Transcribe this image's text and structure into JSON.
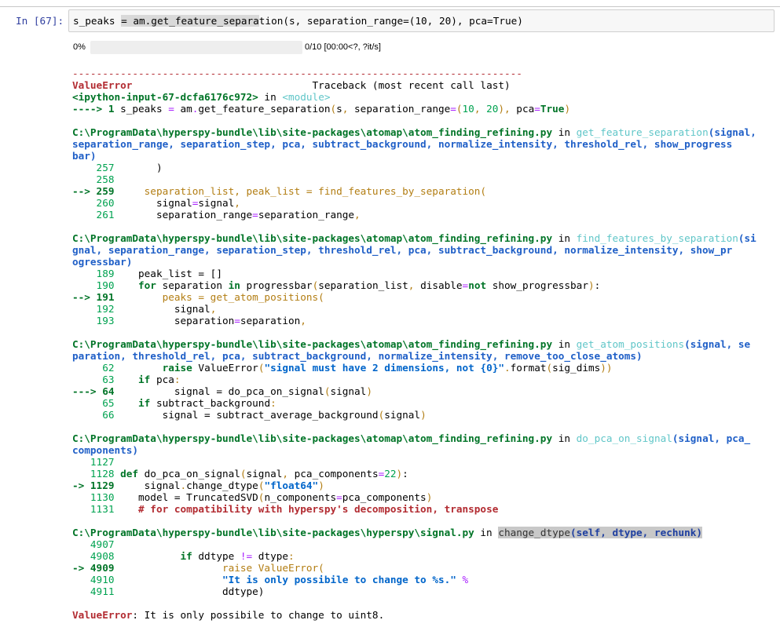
{
  "cell": {
    "prompt": "In [67]:",
    "code": {
      "before": "s_peaks ",
      "selected": "= am.get_feature_separa",
      "after": "tion(s, separation_range=(10, 20), pca=True)"
    }
  },
  "progress": {
    "percent_label": "0%",
    "fraction": 0,
    "status": "0/10 [00:00<?, ?it/s]"
  },
  "traceback": {
    "lines": [
      [
        [
          "sep",
          "---------------------------------------------------------------------------"
        ]
      ],
      [
        [
          "err",
          "ValueError"
        ],
        [
          "n",
          "                              Traceback (most recent call last)"
        ]
      ],
      [
        [
          "path",
          "<ipython-input-67-dcfa6176c972>"
        ],
        [
          "n",
          " in "
        ],
        [
          "fn",
          "<module>"
        ]
      ],
      [
        [
          "arrow",
          "----> 1 "
        ],
        [
          "n",
          "s_peaks "
        ],
        [
          "op",
          "="
        ],
        [
          "n",
          " am"
        ],
        [
          "op",
          "."
        ],
        [
          "n",
          "get_feature_separation"
        ],
        [
          "p",
          "("
        ],
        [
          "n",
          "s"
        ],
        [
          "p",
          ","
        ],
        [
          "n",
          " separation_range"
        ],
        [
          "op",
          "="
        ],
        [
          "p",
          "("
        ],
        [
          "num",
          "10"
        ],
        [
          "p",
          ","
        ],
        [
          "n",
          " "
        ],
        [
          "num",
          "20"
        ],
        [
          "p",
          ")"
        ],
        [
          "p",
          ","
        ],
        [
          "n",
          " pca"
        ],
        [
          "op",
          "="
        ],
        [
          "kw",
          "True"
        ],
        [
          "p",
          ")"
        ]
      ],
      [],
      [
        [
          "path",
          "C:\\ProgramData\\hyperspy-bundle\\lib\\site-packages\\atomap\\atom_finding_refining.py"
        ],
        [
          "n",
          " in "
        ],
        [
          "fn",
          "get_feature_separation"
        ],
        [
          "args",
          "(signal,"
        ]
      ],
      [
        [
          "args",
          "separation_range, separation_step, pca, subtract_background, normalize_intensity, threshold_rel, show_progress"
        ]
      ],
      [
        [
          "args",
          "bar)"
        ]
      ],
      [
        [
          "lineno",
          "    257 "
        ],
        [
          "n",
          "      )"
        ]
      ],
      [
        [
          "lineno",
          "    258"
        ]
      ],
      [
        [
          "arrow",
          "--> 259 "
        ],
        [
          "active",
          "    separation_list, peak_list = find_features_by_separation("
        ]
      ],
      [
        [
          "lineno",
          "    260 "
        ],
        [
          "n",
          "      signal"
        ],
        [
          "op",
          "="
        ],
        [
          "n",
          "signal"
        ],
        [
          "p",
          ","
        ]
      ],
      [
        [
          "lineno",
          "    261 "
        ],
        [
          "n",
          "      separation_range"
        ],
        [
          "op",
          "="
        ],
        [
          "n",
          "separation_range"
        ],
        [
          "p",
          ","
        ]
      ],
      [],
      [
        [
          "path",
          "C:\\ProgramData\\hyperspy-bundle\\lib\\site-packages\\atomap\\atom_finding_refining.py"
        ],
        [
          "n",
          " in "
        ],
        [
          "fn",
          "find_features_by_separation"
        ],
        [
          "args",
          "(si"
        ]
      ],
      [
        [
          "args",
          "gnal, separation_range, separation_step, threshold_rel, pca, subtract_background, normalize_intensity, show_pr"
        ]
      ],
      [
        [
          "args",
          "ogressbar)"
        ]
      ],
      [
        [
          "lineno",
          "    189 "
        ],
        [
          "n",
          "   peak_list = []"
        ]
      ],
      [
        [
          "lineno",
          "    190 "
        ],
        [
          "n",
          "   "
        ],
        [
          "kw",
          "for"
        ],
        [
          "n",
          " separation "
        ],
        [
          "kw",
          "in"
        ],
        [
          "n",
          " progressbar"
        ],
        [
          "p",
          "("
        ],
        [
          "n",
          "separation_list"
        ],
        [
          "p",
          ","
        ],
        [
          "n",
          " disable"
        ],
        [
          "op",
          "="
        ],
        [
          "kw",
          "not"
        ],
        [
          "n",
          " show_progressbar"
        ],
        [
          "p",
          ")"
        ],
        [
          "n",
          ":"
        ]
      ],
      [
        [
          "arrow",
          "--> 191 "
        ],
        [
          "active",
          "       peaks = get_atom_positions("
        ]
      ],
      [
        [
          "lineno",
          "    192 "
        ],
        [
          "n",
          "         signal"
        ],
        [
          "p",
          ","
        ]
      ],
      [
        [
          "lineno",
          "    193 "
        ],
        [
          "n",
          "         separation"
        ],
        [
          "op",
          "="
        ],
        [
          "n",
          "separation"
        ],
        [
          "p",
          ","
        ]
      ],
      [],
      [
        [
          "path",
          "C:\\ProgramData\\hyperspy-bundle\\lib\\site-packages\\atomap\\atom_finding_refining.py"
        ],
        [
          "n",
          " in "
        ],
        [
          "fn",
          "get_atom_positions"
        ],
        [
          "args",
          "(signal, se"
        ]
      ],
      [
        [
          "args",
          "paration, threshold_rel, pca, subtract_background, normalize_intensity, remove_too_close_atoms)"
        ]
      ],
      [
        [
          "lineno",
          "     62 "
        ],
        [
          "n",
          "       "
        ],
        [
          "kw",
          "raise"
        ],
        [
          "n",
          " ValueError"
        ],
        [
          "p",
          "("
        ],
        [
          "str",
          "\"signal must have 2 dimensions, not {0}\""
        ],
        [
          "p",
          "."
        ],
        [
          "n",
          "format"
        ],
        [
          "p",
          "("
        ],
        [
          "n",
          "sig_dims"
        ],
        [
          "p",
          "))"
        ]
      ],
      [
        [
          "lineno",
          "     63 "
        ],
        [
          "n",
          "   "
        ],
        [
          "kw",
          "if"
        ],
        [
          "n",
          " pca"
        ],
        [
          "p",
          ":"
        ]
      ],
      [
        [
          "arrow",
          "---> 64 "
        ],
        [
          "n",
          "         signal = do_pca_on_signal"
        ],
        [
          "p",
          "("
        ],
        [
          "n",
          "signal"
        ],
        [
          "p",
          ")"
        ]
      ],
      [
        [
          "lineno",
          "     65 "
        ],
        [
          "n",
          "   "
        ],
        [
          "kw",
          "if"
        ],
        [
          "n",
          " subtract_background"
        ],
        [
          "p",
          ":"
        ]
      ],
      [
        [
          "lineno",
          "     66 "
        ],
        [
          "n",
          "       signal = subtract_average_background"
        ],
        [
          "p",
          "("
        ],
        [
          "n",
          "signal"
        ],
        [
          "p",
          ")"
        ]
      ],
      [],
      [
        [
          "path",
          "C:\\ProgramData\\hyperspy-bundle\\lib\\site-packages\\atomap\\atom_finding_refining.py"
        ],
        [
          "n",
          " in "
        ],
        [
          "fn",
          "do_pca_on_signal"
        ],
        [
          "args",
          "(signal, pca_"
        ]
      ],
      [
        [
          "args",
          "components)"
        ]
      ],
      [
        [
          "lineno",
          "   1127"
        ]
      ],
      [
        [
          "lineno",
          "   1128 "
        ],
        [
          "kw",
          "def"
        ],
        [
          "n",
          " do_pca_on_signal"
        ],
        [
          "p",
          "("
        ],
        [
          "n",
          "signal"
        ],
        [
          "p",
          ","
        ],
        [
          "n",
          " pca_components"
        ],
        [
          "op",
          "="
        ],
        [
          "num",
          "22"
        ],
        [
          "p",
          ")"
        ],
        [
          "n",
          ":"
        ]
      ],
      [
        [
          "arrow",
          "-> 1129 "
        ],
        [
          "n",
          "    signal"
        ],
        [
          "p",
          "."
        ],
        [
          "n",
          "change_dtype"
        ],
        [
          "p",
          "("
        ],
        [
          "str",
          "\"float64\""
        ],
        [
          "p",
          ")"
        ]
      ],
      [
        [
          "lineno",
          "   1130 "
        ],
        [
          "n",
          "   model = TruncatedSVD"
        ],
        [
          "p",
          "("
        ],
        [
          "n",
          "n_components"
        ],
        [
          "op",
          "="
        ],
        [
          "n",
          "pca_components"
        ],
        [
          "p",
          ")"
        ]
      ],
      [
        [
          "lineno",
          "   1131 "
        ],
        [
          "n",
          "   "
        ],
        [
          "com",
          "# for compatibility with hyperspy's decomposition, transpose"
        ]
      ],
      [],
      [
        [
          "path",
          "C:\\ProgramData\\hyperspy-bundle\\lib\\site-packages\\hyperspy\\signal.py"
        ],
        [
          "n",
          " in "
        ],
        [
          "fnsel",
          "change_dtype"
        ],
        [
          "argsel",
          "(self, dtype, rechunk)"
        ]
      ],
      [
        [
          "lineno",
          "   4907"
        ]
      ],
      [
        [
          "lineno",
          "   4908 "
        ],
        [
          "n",
          "          "
        ],
        [
          "kw",
          "if"
        ],
        [
          "n",
          " ddtype "
        ],
        [
          "op",
          "!="
        ],
        [
          "n",
          " dtype"
        ],
        [
          "p",
          ":"
        ]
      ],
      [
        [
          "arrow",
          "-> 4909 "
        ],
        [
          "active",
          "                 raise ValueError("
        ]
      ],
      [
        [
          "lineno",
          "   4910 "
        ],
        [
          "n",
          "                 "
        ],
        [
          "str",
          "\"It is only possibile to change to %s.\""
        ],
        [
          "n",
          " "
        ],
        [
          "op",
          "%"
        ]
      ],
      [
        [
          "lineno",
          "   4911 "
        ],
        [
          "n",
          "                 ddtype)"
        ]
      ],
      [],
      [
        [
          "err",
          "ValueError"
        ],
        [
          "n",
          ": It is only possibile to change to uint8."
        ]
      ]
    ]
  }
}
